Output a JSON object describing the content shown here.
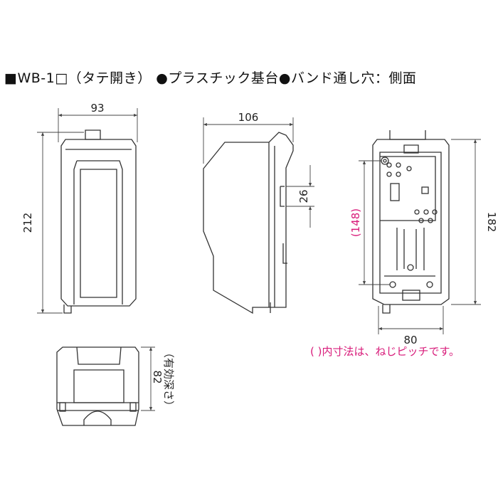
{
  "title": "■WB-1□（タテ開き） ●プラスチック基台●バンド通し穴：側面",
  "note": "( )内寸法は、ねじピッチです。",
  "dimensions": {
    "front_width": "93",
    "front_height": "212",
    "side_width": "106",
    "side_slot": "26",
    "back_width": "80",
    "back_height": "182",
    "back_pitch": "(148)",
    "bottom_depth": "82",
    "bottom_depth_label": "（有効深さ）"
  },
  "colors": {
    "note": "#d81b7a",
    "line": "#333333"
  }
}
